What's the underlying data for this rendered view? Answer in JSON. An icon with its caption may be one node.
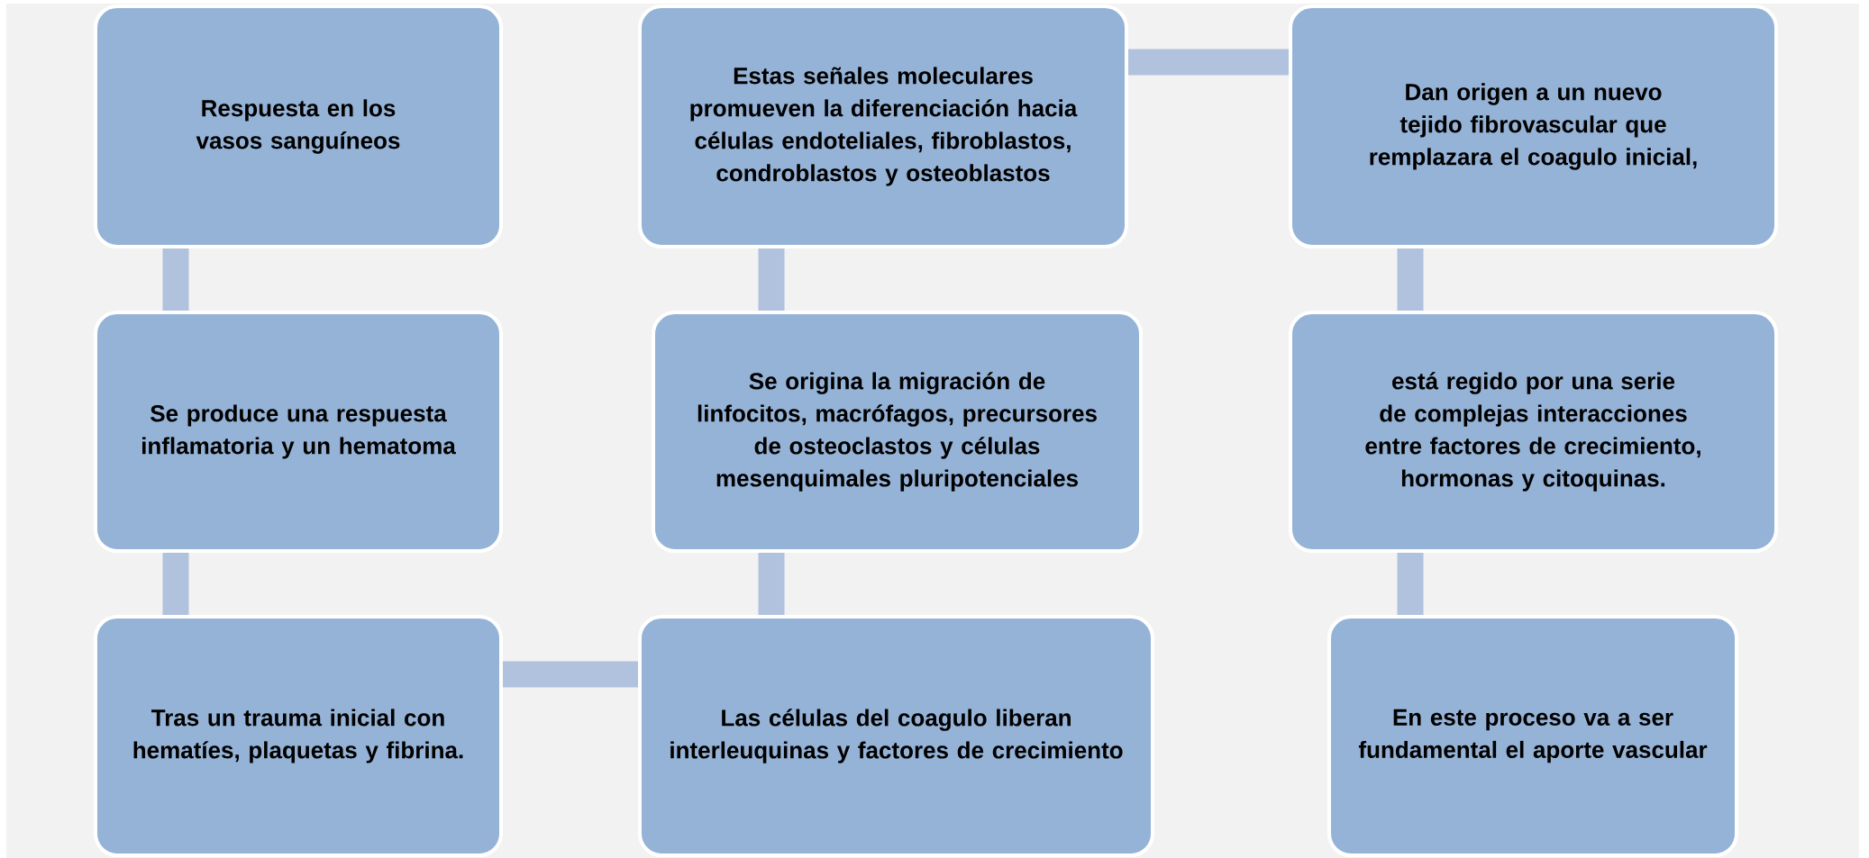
{
  "diagram": {
    "nodes": [
      {
        "text": [
          "Respuesta en  los vasos sanguíneos"
        ]
      },
      {
        "text": [
          "Se produce una respuesta inflamatoria y un hematoma"
        ]
      },
      {
        "text": [
          "Tras un trauma inicial con hematíes, plaquetas y fibrina."
        ]
      },
      {
        "text": [
          "Las células del coagulo liberan interleuquinas y factores de crecimiento"
        ]
      },
      {
        "text": [
          "Se origina la migración de linfocitos, macrófagos, precursores de osteoclastos y células mesenquimales pluripotenciales"
        ]
      },
      {
        "text": [
          "Estas señales moleculares promueven la diferenciación hacia células endoteliales, fibroblastos, condroblastos y osteoblastos"
        ]
      },
      {
        "text": [
          "Dan origen a un nuevo tejido fibrovascular que remplazara el coagulo inicial,"
        ]
      },
      {
        "text": [
          "está regido por una serie de complejas interacciones entre factores de crecimiento, hormonas y citoquinas."
        ]
      },
      {
        "text": [
          "En este proceso va a ser fundamental el aporte vascular"
        ]
      }
    ],
    "edges": [
      {
        "from": 0,
        "to": 1,
        "arrow": "none"
      },
      {
        "from": 1,
        "to": 2,
        "arrow": "none"
      },
      {
        "from": 2,
        "to": 3,
        "arrow": "none"
      },
      {
        "from": 3,
        "to": 4,
        "arrow": "none"
      },
      {
        "from": 4,
        "to": 5,
        "arrow": "none"
      },
      {
        "from": 5,
        "to": 6,
        "arrow": "none"
      },
      {
        "from": 6,
        "to": 7,
        "arrow": "none"
      },
      {
        "from": 7,
        "to": 8,
        "arrow": "none"
      }
    ]
  }
}
